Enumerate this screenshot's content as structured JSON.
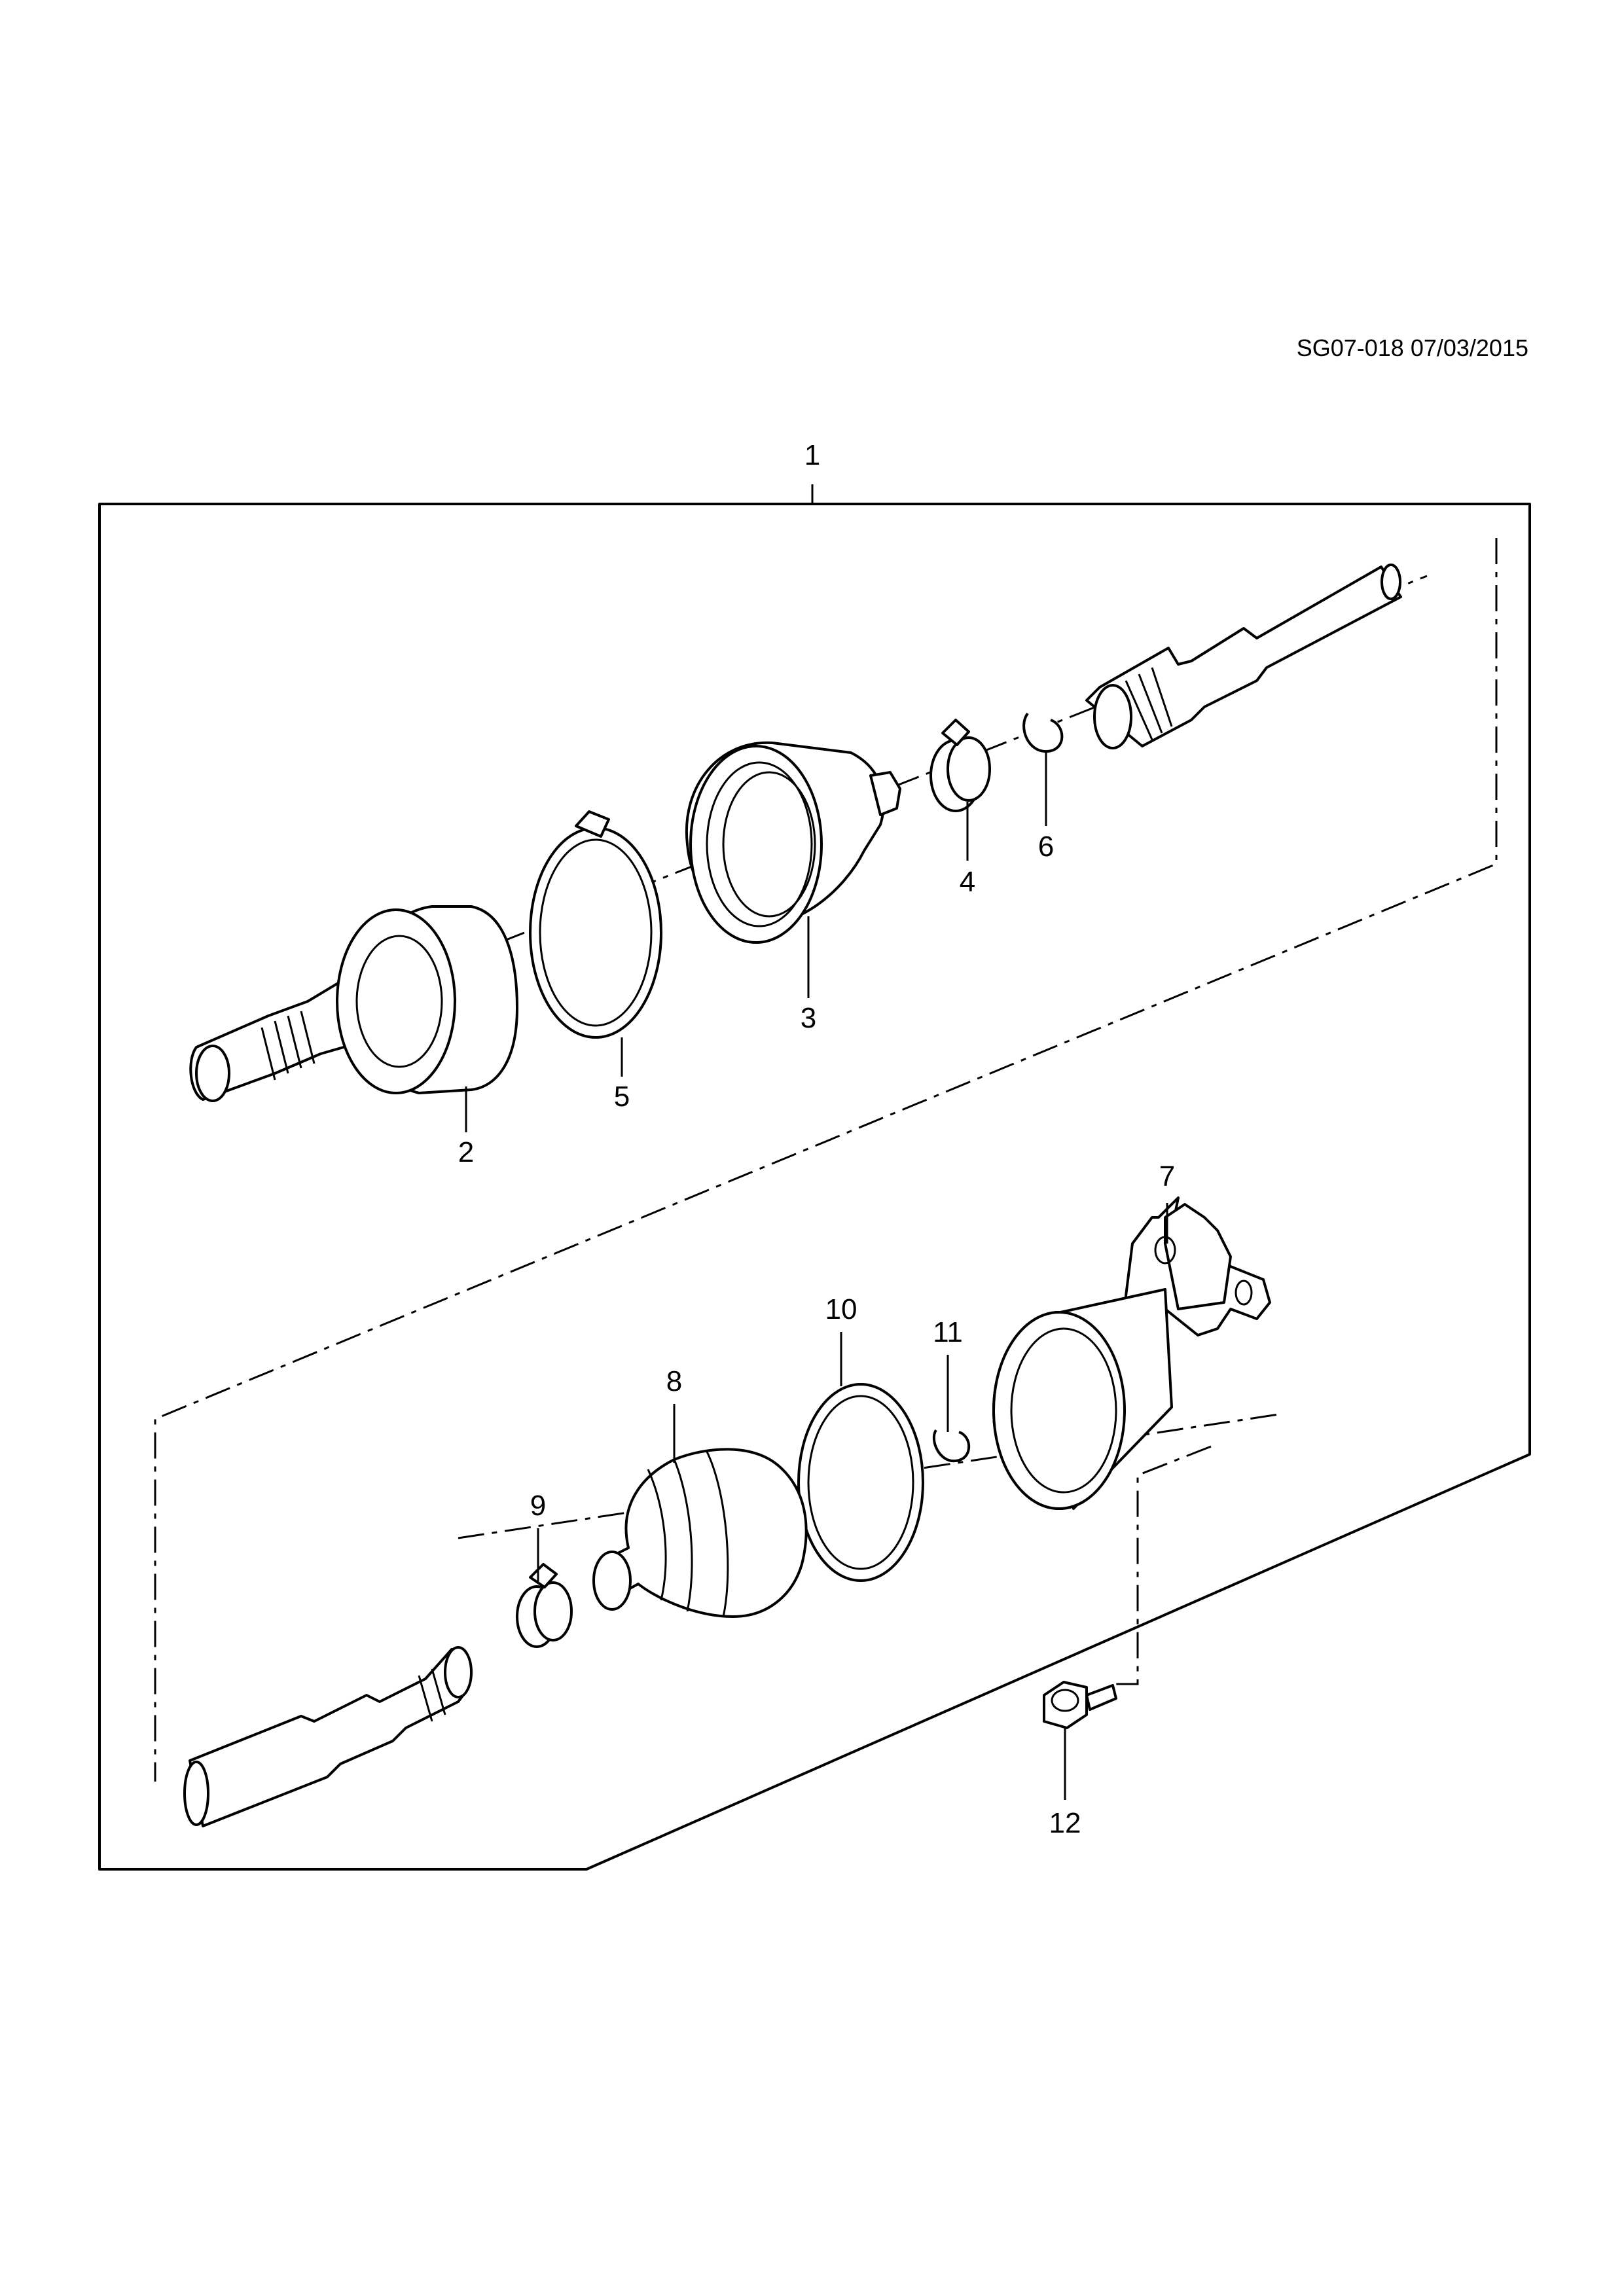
{
  "diagram": {
    "reference": "SG07-018 07/03/2015",
    "callouts": [
      {
        "id": "1",
        "label": "1"
      },
      {
        "id": "2",
        "label": "2"
      },
      {
        "id": "3",
        "label": "3"
      },
      {
        "id": "4",
        "label": "4"
      },
      {
        "id": "5",
        "label": "5"
      },
      {
        "id": "6",
        "label": "6"
      },
      {
        "id": "7",
        "label": "7"
      },
      {
        "id": "8",
        "label": "8"
      },
      {
        "id": "9",
        "label": "9"
      },
      {
        "id": "10",
        "label": "10"
      },
      {
        "id": "11",
        "label": "11"
      },
      {
        "id": "12",
        "label": "12"
      }
    ]
  }
}
